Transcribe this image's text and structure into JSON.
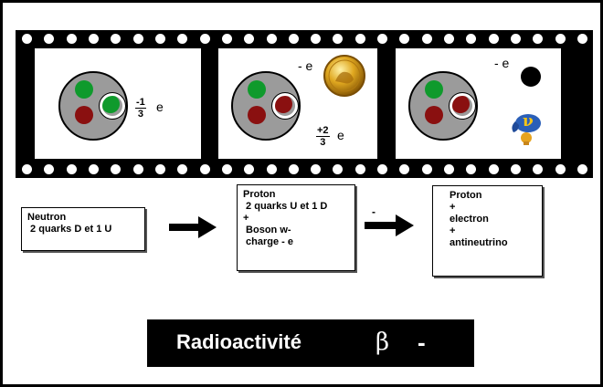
{
  "colors": {
    "down_quark": "#0f9a2c",
    "up_quark": "#8a1010",
    "nucleus": "#9b9b9b",
    "film": "#000000"
  },
  "panels": [
    {
      "charge_numerator": "-1",
      "charge_denominator": "3",
      "charge_unit": "e",
      "extra": "none"
    },
    {
      "electron_charge": "- e",
      "charge_numerator": "+2",
      "charge_denominator": "3",
      "charge_unit": "e",
      "extra": "gold-coin"
    },
    {
      "electron_charge": "- e",
      "extra": "electron-dot-and-antineutrino"
    }
  ],
  "boxes": [
    {
      "text": "Neutron\n 2 quarks D et 1 U"
    },
    {
      "text": "Proton\n 2 quarks U et 1 D\n+\n Boson w-\n charge - e"
    },
    {
      "text": "Proton\n+\nelectron\n+\nantineutrino"
    }
  ],
  "arrow_mark": "-",
  "antineutrino_label": "ν",
  "banner": {
    "title": "Radioactivité",
    "symbol": "β",
    "sign": "-"
  }
}
